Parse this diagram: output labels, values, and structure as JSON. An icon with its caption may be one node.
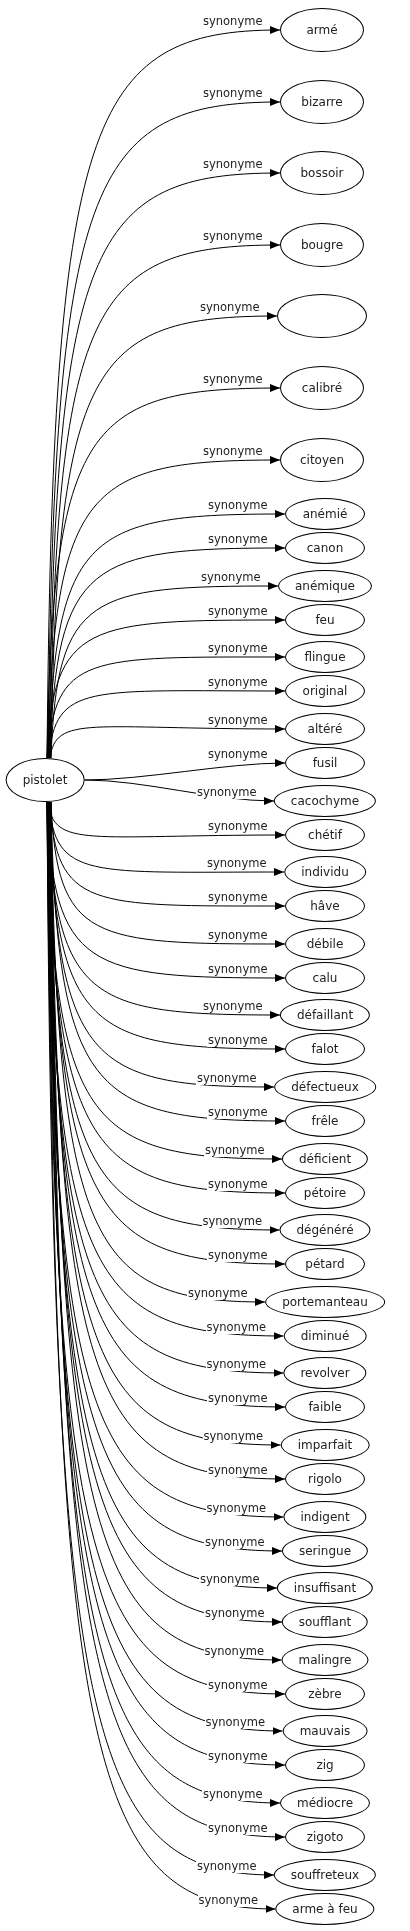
{
  "diagram": {
    "nodes": [
      {
        "text": [
          "pistolet"
        ]
      },
      {
        "text": [
          "armé"
        ]
      },
      {
        "text": [
          "bizarre"
        ]
      },
      {
        "text": [
          "bossoir"
        ]
      },
      {
        "text": [
          "bougre"
        ]
      },
      {
        "text": [],
        "shape": "ellipse"
      },
      {
        "text": [
          "calibré"
        ]
      },
      {
        "text": [
          "citoyen"
        ]
      },
      {
        "text": [
          "anémié"
        ]
      },
      {
        "text": [
          "canon"
        ]
      },
      {
        "text": [
          "anémique"
        ]
      },
      {
        "text": [
          "feu"
        ]
      },
      {
        "text": [
          "flingue"
        ]
      },
      {
        "text": [
          "original"
        ]
      },
      {
        "text": [
          "altéré"
        ]
      },
      {
        "text": [
          "fusil"
        ]
      },
      {
        "text": [
          "cacochyme"
        ]
      },
      {
        "text": [
          "chétif"
        ]
      },
      {
        "text": [
          "individu"
        ]
      },
      {
        "text": [
          "hâve"
        ]
      },
      {
        "text": [
          "débile"
        ]
      },
      {
        "text": [
          "calu"
        ]
      },
      {
        "text": [
          "défaillant"
        ]
      },
      {
        "text": [
          "falot"
        ]
      },
      {
        "text": [
          "défectueux"
        ]
      },
      {
        "text": [
          "frêle"
        ]
      },
      {
        "text": [
          "déficient"
        ]
      },
      {
        "text": [
          "pétoire"
        ]
      },
      {
        "text": [
          "dégénéré"
        ]
      },
      {
        "text": [
          "pétard"
        ]
      },
      {
        "text": [
          "portemanteau"
        ]
      },
      {
        "text": [
          "diminué"
        ]
      },
      {
        "text": [
          "revolver"
        ]
      },
      {
        "text": [
          "faible"
        ]
      },
      {
        "text": [
          "imparfait"
        ]
      },
      {
        "text": [
          "rigolo"
        ]
      },
      {
        "text": [
          "indigent"
        ]
      },
      {
        "text": [
          "seringue"
        ]
      },
      {
        "text": [
          "insuffisant"
        ]
      },
      {
        "text": [
          "soufflant"
        ]
      },
      {
        "text": [
          "malingre"
        ]
      },
      {
        "text": [
          "zèbre"
        ]
      },
      {
        "text": [
          "mauvais"
        ]
      },
      {
        "text": [
          "zig"
        ]
      },
      {
        "text": [
          "médiocre"
        ]
      },
      {
        "text": [
          "zigoto"
        ]
      },
      {
        "text": [
          "souffreteux"
        ]
      },
      {
        "text": [
          "arme à feu"
        ]
      }
    ],
    "edges": [
      {
        "from": 0,
        "to": 1,
        "arrow": "to",
        "label": "synonyme"
      },
      {
        "from": 0,
        "to": 2,
        "arrow": "to",
        "label": "synonyme"
      },
      {
        "from": 0,
        "to": 3,
        "arrow": "to",
        "label": "synonyme"
      },
      {
        "from": 0,
        "to": 4,
        "arrow": "to",
        "label": "synonyme"
      },
      {
        "from": 0,
        "to": 5,
        "arrow": "to",
        "label": "synonyme"
      },
      {
        "from": 0,
        "to": 6,
        "arrow": "to",
        "label": "synonyme"
      },
      {
        "from": 0,
        "to": 7,
        "arrow": "to",
        "label": "synonyme"
      },
      {
        "from": 0,
        "to": 8,
        "arrow": "to",
        "label": "synonyme"
      },
      {
        "from": 0,
        "to": 9,
        "arrow": "to",
        "label": "synonyme"
      },
      {
        "from": 0,
        "to": 10,
        "arrow": "to",
        "label": "synonyme"
      },
      {
        "from": 0,
        "to": 11,
        "arrow": "to",
        "label": "synonyme"
      },
      {
        "from": 0,
        "to": 12,
        "arrow": "to",
        "label": "synonyme"
      },
      {
        "from": 0,
        "to": 13,
        "arrow": "to",
        "label": "synonyme"
      },
      {
        "from": 0,
        "to": 14,
        "arrow": "to",
        "label": "synonyme"
      },
      {
        "from": 0,
        "to": 15,
        "arrow": "to",
        "label": "synonyme"
      },
      {
        "from": 0,
        "to": 16,
        "arrow": "to",
        "label": "synonyme"
      },
      {
        "from": 0,
        "to": 17,
        "arrow": "to",
        "label": "synonyme"
      },
      {
        "from": 0,
        "to": 18,
        "arrow": "to",
        "label": "synonyme"
      },
      {
        "from": 0,
        "to": 19,
        "arrow": "to",
        "label": "synonyme"
      },
      {
        "from": 0,
        "to": 20,
        "arrow": "to",
        "label": "synonyme"
      },
      {
        "from": 0,
        "to": 21,
        "arrow": "to",
        "label": "synonyme"
      },
      {
        "from": 0,
        "to": 22,
        "arrow": "to",
        "label": "synonyme"
      },
      {
        "from": 0,
        "to": 23,
        "arrow": "to",
        "label": "synonyme"
      },
      {
        "from": 0,
        "to": 24,
        "arrow": "to",
        "label": "synonyme"
      },
      {
        "from": 0,
        "to": 25,
        "arrow": "to",
        "label": "synonyme"
      },
      {
        "from": 0,
        "to": 26,
        "arrow": "to",
        "label": "synonyme"
      },
      {
        "from": 0,
        "to": 27,
        "arrow": "to",
        "label": "synonyme"
      },
      {
        "from": 0,
        "to": 28,
        "arrow": "to",
        "label": "synonyme"
      },
      {
        "from": 0,
        "to": 29,
        "arrow": "to",
        "label": "synonyme"
      },
      {
        "from": 0,
        "to": 30,
        "arrow": "to",
        "label": "synonyme"
      },
      {
        "from": 0,
        "to": 31,
        "arrow": "to",
        "label": "synonyme"
      },
      {
        "from": 0,
        "to": 32,
        "arrow": "to",
        "label": "synonyme"
      },
      {
        "from": 0,
        "to": 33,
        "arrow": "to",
        "label": "synonyme"
      },
      {
        "from": 0,
        "to": 34,
        "arrow": "to",
        "label": "synonyme"
      },
      {
        "from": 0,
        "to": 35,
        "arrow": "to",
        "label": "synonyme"
      },
      {
        "from": 0,
        "to": 36,
        "arrow": "to",
        "label": "synonyme"
      },
      {
        "from": 0,
        "to": 37,
        "arrow": "to",
        "label": "synonyme"
      },
      {
        "from": 0,
        "to": 38,
        "arrow": "to",
        "label": "synonyme"
      },
      {
        "from": 0,
        "to": 39,
        "arrow": "to",
        "label": "synonyme"
      },
      {
        "from": 0,
        "to": 40,
        "arrow": "to",
        "label": "synonyme"
      },
      {
        "from": 0,
        "to": 41,
        "arrow": "to",
        "label": "synonyme"
      },
      {
        "from": 0,
        "to": 42,
        "arrow": "to",
        "label": "synonyme"
      },
      {
        "from": 0,
        "to": 43,
        "arrow": "to",
        "label": "synonyme"
      },
      {
        "from": 0,
        "to": 44,
        "arrow": "to",
        "label": "synonyme"
      },
      {
        "from": 0,
        "to": 45,
        "arrow": "to",
        "label": "synonyme"
      },
      {
        "from": 0,
        "to": 46,
        "arrow": "to",
        "label": "synonyme"
      },
      {
        "from": 0,
        "to": 47,
        "arrow": "to",
        "label": "synonyme"
      }
    ]
  }
}
